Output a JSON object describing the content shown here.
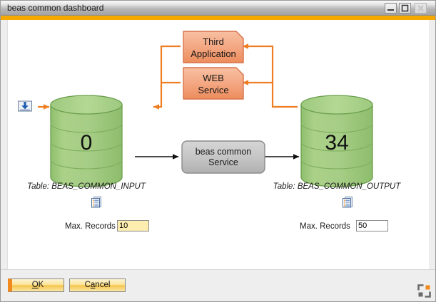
{
  "window": {
    "title": "beas common dashboard",
    "controls": {
      "minimize": "minimize-button",
      "maximize": "maximize-button",
      "close": "close-button"
    },
    "accent_color": "#f5a800"
  },
  "diagram": {
    "import_icon": "import-download-icon",
    "input_store": {
      "count": "0",
      "caption": "Table: BEAS_COMMON_INPUT",
      "color": "#9ccb7e"
    },
    "output_store": {
      "count": "34",
      "caption": "Table: BEAS_COMMON_OUTPUT",
      "color": "#9ccb7e"
    },
    "service": {
      "line1": "beas common",
      "line2": "Service",
      "color": "#bfbfbf"
    },
    "consumers": [
      {
        "id": "third-application",
        "line1": "Third",
        "line2": "Application",
        "color": "#f1a07a"
      },
      {
        "id": "web-service",
        "line1": "WEB",
        "line2": "Service",
        "color": "#f1a07a"
      }
    ],
    "flow_color_primary": "#ef7e22",
    "flow_color_secondary": "#111111"
  },
  "records": {
    "input": {
      "doc_icon": "document-list-icon",
      "label": "Max. Records",
      "value": "10",
      "state": "focused"
    },
    "output": {
      "doc_icon": "document-list-icon",
      "label": "Max. Records",
      "value": "50",
      "state": "plain"
    }
  },
  "footer": {
    "ok_prefix": "",
    "ok_key": "O",
    "ok_suffix": "K",
    "cancel_prefix": "C",
    "cancel_key": "a",
    "cancel_suffix": "ncel",
    "resize_grip": "resize-grip-icon"
  }
}
